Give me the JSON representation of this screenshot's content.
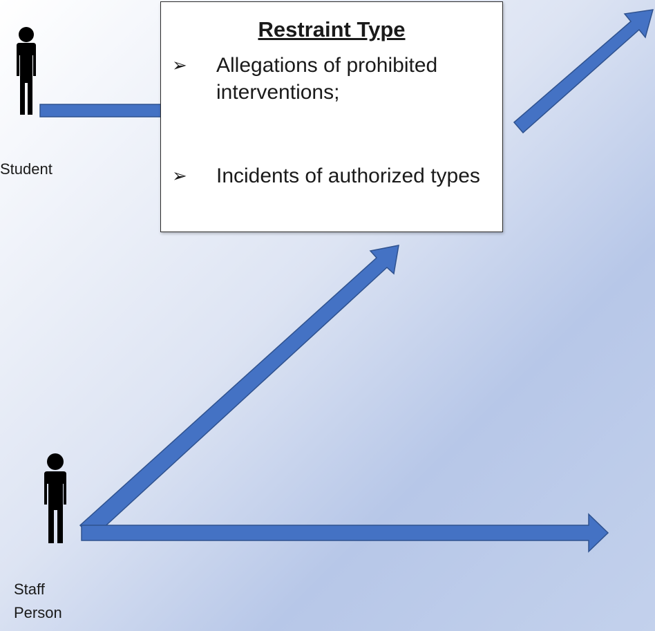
{
  "diagram": {
    "box": {
      "title": "Restraint Type",
      "items": [
        {
          "label": "Allegations of prohibited interventions;",
          "bullet_icon": "arrow-bullet-icon"
        },
        {
          "label": "Incidents of authorized types",
          "bullet_icon": "arrow-bullet-icon"
        }
      ]
    },
    "people": {
      "student": {
        "label": "Student",
        "icon": "person-icon"
      },
      "staff": {
        "label": "Staff\nPerson",
        "icon": "person-icon"
      }
    },
    "colors": {
      "arrow_fill": "#4472c4",
      "arrow_stroke": "#2f528f",
      "person_fill": "#000000",
      "box_border": "#2b2b2b"
    }
  }
}
